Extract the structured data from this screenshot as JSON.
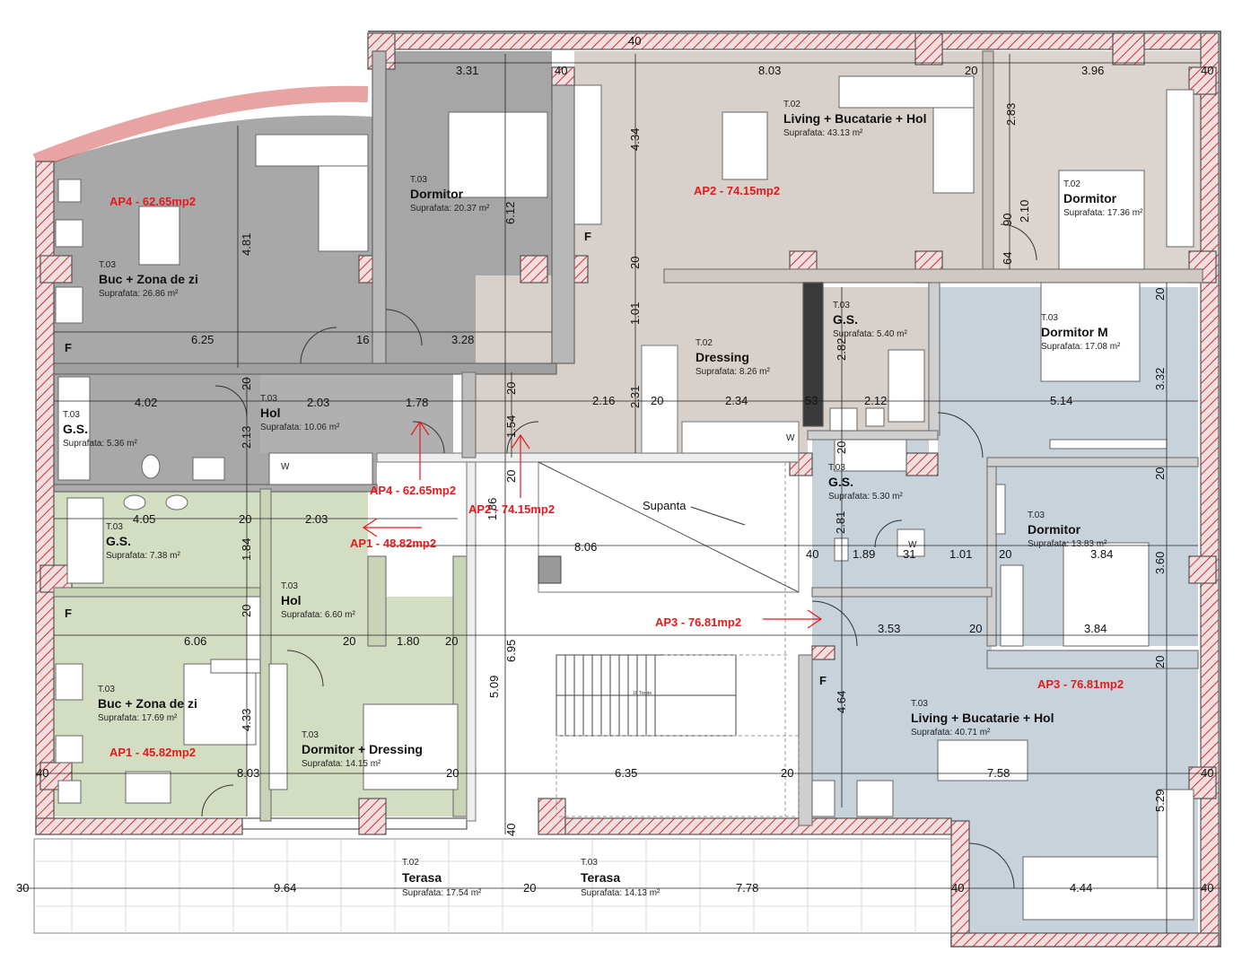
{
  "colors": {
    "ap1": "#d6e0c4",
    "ap2": "#d8d2cc",
    "ap3": "#c9d3dc",
    "ap4_dark": "#a6a6a6",
    "ap4_light": "#bdbdbd",
    "wall": "#e3c9c9",
    "wall_hatch": "#cc3333",
    "apt_label": "#e8191c"
  },
  "rooms": [
    {
      "id": "ap4-living",
      "tag": "T.03",
      "name": "Buc + Zona de zi",
      "area": "Suprafata: 26.86 m²"
    },
    {
      "id": "ap4-dormitor",
      "tag": "T.03",
      "name": "Dormitor",
      "area": "Suprafata: 20.37 m²"
    },
    {
      "id": "ap4-gs",
      "tag": "T.03",
      "name": "G.S.",
      "area": "Suprafata: 5.36 m²"
    },
    {
      "id": "ap4-hol",
      "tag": "T.03",
      "name": "Hol",
      "area": "Suprafata: 10.06 m²"
    },
    {
      "id": "ap2-living",
      "tag": "T.02",
      "name": "Living + Bucatarie + Hol",
      "area": "Suprafata: 43.13 m²"
    },
    {
      "id": "ap2-dormitor",
      "tag": "T.02",
      "name": "Dormitor",
      "area": "Suprafata: 17.36 m²"
    },
    {
      "id": "ap2-dressing",
      "tag": "T.02",
      "name": "Dressing",
      "area": "Suprafata: 8.26 m²"
    },
    {
      "id": "ap2-gs",
      "tag": "T.03",
      "name": "G.S.",
      "area": "Suprafata: 5.40 m²"
    },
    {
      "id": "ap3-dormitor-m",
      "tag": "T.03",
      "name": "Dormitor M",
      "area": "Suprafata: 17.08 m²"
    },
    {
      "id": "ap3-gs",
      "tag": "T.03",
      "name": "G.S.",
      "area": "Suprafata: 5.30 m²"
    },
    {
      "id": "ap3-dormitor",
      "tag": "T.03",
      "name": "Dormitor",
      "area": "Suprafata: 13.83 m²"
    },
    {
      "id": "ap3-living",
      "tag": "T.03",
      "name": "Living + Bucatarie + Hol",
      "area": "Suprafata: 40.71 m²"
    },
    {
      "id": "ap1-gs",
      "tag": "T.03",
      "name": "G.S.",
      "area": "Suprafata: 7.38 m²"
    },
    {
      "id": "ap1-hol",
      "tag": "T.03",
      "name": "Hol",
      "area": "Suprafata: 6.60 m²"
    },
    {
      "id": "ap1-living",
      "tag": "T.03",
      "name": "Buc + Zona de zi",
      "area": "Suprafata: 17.69 m²"
    },
    {
      "id": "ap1-dormitor",
      "tag": "T.03",
      "name": "Dormitor + Dressing",
      "area": "Suprafata: 14.15 m²"
    },
    {
      "id": "terasa-1",
      "tag": "T.02",
      "name": "Terasa",
      "area": "Suprafata: 17.54 m²"
    },
    {
      "id": "terasa-2",
      "tag": "T.03",
      "name": "Terasa",
      "area": "Suprafata: 14.13 m²"
    }
  ],
  "apartments": [
    {
      "id": "ap4-a",
      "text": "AP4 - 62.65mp2"
    },
    {
      "id": "ap4-b",
      "text": "AP4 - 62.65mp2"
    },
    {
      "id": "ap2-a",
      "text": "AP2 - 74.15mp2"
    },
    {
      "id": "ap2-b",
      "text": "AP2 - 74.15mp2"
    },
    {
      "id": "ap1-a",
      "text": "AP1 - 48.82mp2"
    },
    {
      "id": "ap1-b",
      "text": "AP1 - 45.82mp2"
    },
    {
      "id": "ap3-a",
      "text": "AP3 - 76.81mp2"
    },
    {
      "id": "ap3-b",
      "text": "AP3 - 76.81mp2"
    }
  ],
  "labels": {
    "supanta": "Supanta",
    "fridge": "F",
    "washer": "W",
    "stairs_note": "16 Trepte"
  },
  "dimensions": [
    "3.31",
    "8.03",
    "3.96",
    "40",
    "40",
    "20",
    "40",
    "4.34",
    "2.83",
    "90",
    "2.10",
    "64",
    "20",
    "4.81",
    "6.12",
    "6.25",
    "16",
    "3.28",
    "1.01",
    "20",
    "2.82",
    "3.32",
    "4.02",
    "20",
    "2.03",
    "1.78",
    "20",
    "2.16",
    "2.31",
    "20",
    "2.34",
    "53",
    "2.12",
    "5.14",
    "2.13",
    "1.54",
    "20",
    "20",
    "20",
    "4.05",
    "20",
    "2.03",
    "1.86",
    "8.06",
    "2.81",
    "1.84",
    "40",
    "1.89",
    "31",
    "1.01",
    "20",
    "3.84",
    "3.60",
    "20",
    "3.53",
    "20",
    "3.84",
    "6.06",
    "20",
    "1.80",
    "20",
    "6.95",
    "5.09",
    "20",
    "4.64",
    "4.33",
    "7.58",
    "40",
    "8.03",
    "20",
    "6.35",
    "20",
    "5.29",
    "40",
    "40",
    "30",
    "9.64",
    "20",
    "7.78",
    "40",
    "4.44",
    "40"
  ]
}
